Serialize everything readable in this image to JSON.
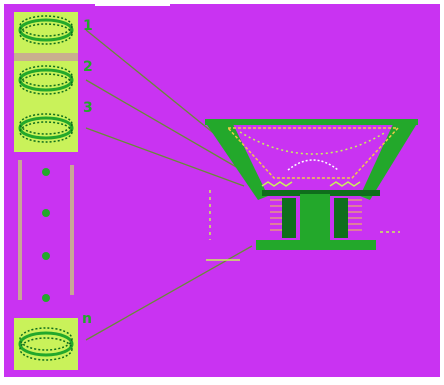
{
  "diagram": {
    "colors": {
      "background": "#c933f2",
      "frame": "#ffffff",
      "green": "#23a82b",
      "dark_green": "#0f6e1c",
      "lime": "#c9f25a",
      "speckle": "#f2c94a",
      "leader": "#6a8a3a"
    },
    "callouts": [
      {
        "id": "1",
        "label": "1"
      },
      {
        "id": "2",
        "label": "2"
      },
      {
        "id": "3",
        "label": "3"
      },
      {
        "id": "n",
        "label": "n"
      }
    ]
  }
}
